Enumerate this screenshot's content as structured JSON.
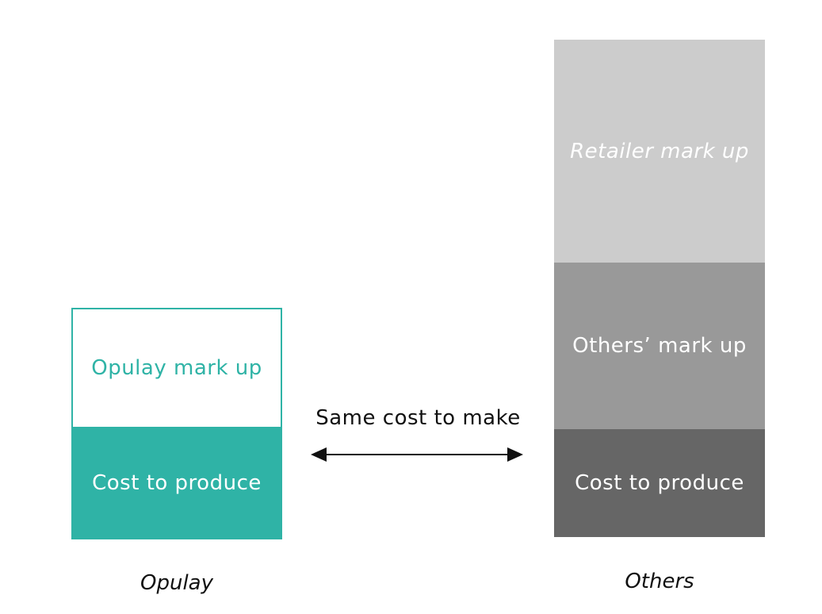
{
  "opulay": {
    "markup_label": "Opulay mark up",
    "cost_label": "Cost to produce",
    "caption": "Opulay"
  },
  "others": {
    "retailer_label": "Retailer mark up",
    "markup_label": "Others’ mark up",
    "cost_label": "Cost to produce",
    "caption": "Others"
  },
  "comparison": {
    "label": "Same cost to make"
  },
  "colors": {
    "opulay_teal": "#2fb3a6",
    "retailer_gray": "#cccccc",
    "others_markup_gray": "#999999",
    "others_cost_gray": "#666666",
    "white": "#ffffff"
  }
}
